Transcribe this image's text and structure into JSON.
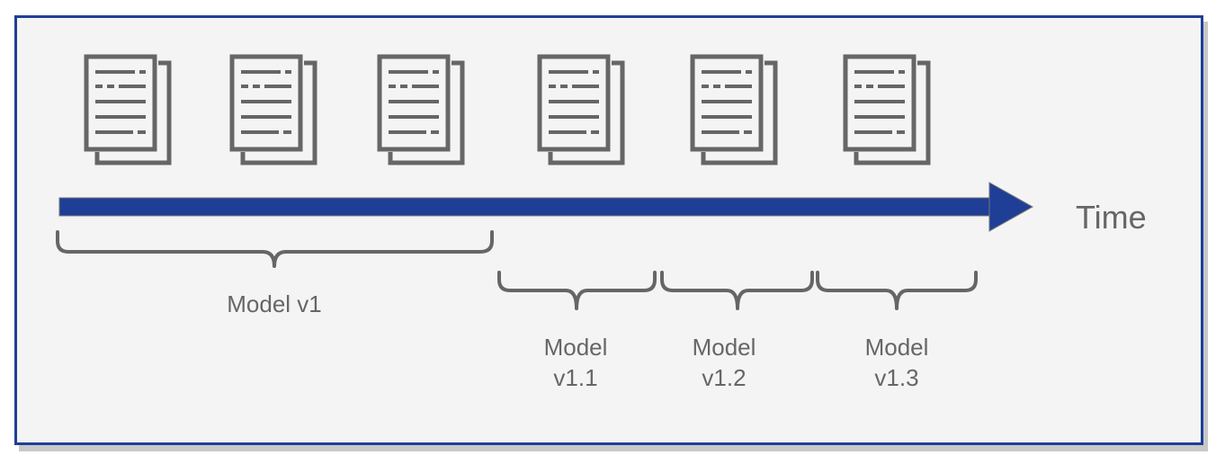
{
  "colors": {
    "arrow": "#1f3f96",
    "icon": "#666666",
    "text": "#666666",
    "frame_border": "#1f3f96",
    "background": "#f4f4f4"
  },
  "axis": {
    "label": "Time"
  },
  "documents": [
    {
      "icon": "document-icon"
    },
    {
      "icon": "document-icon"
    },
    {
      "icon": "document-icon"
    },
    {
      "icon": "document-icon"
    },
    {
      "icon": "document-icon"
    },
    {
      "icon": "document-icon"
    }
  ],
  "models": [
    {
      "line1": "Model v1",
      "line2": ""
    },
    {
      "line1": "Model",
      "line2": "v1.1"
    },
    {
      "line1": "Model",
      "line2": "v1.2"
    },
    {
      "line1": "Model",
      "line2": "v1.3"
    }
  ]
}
